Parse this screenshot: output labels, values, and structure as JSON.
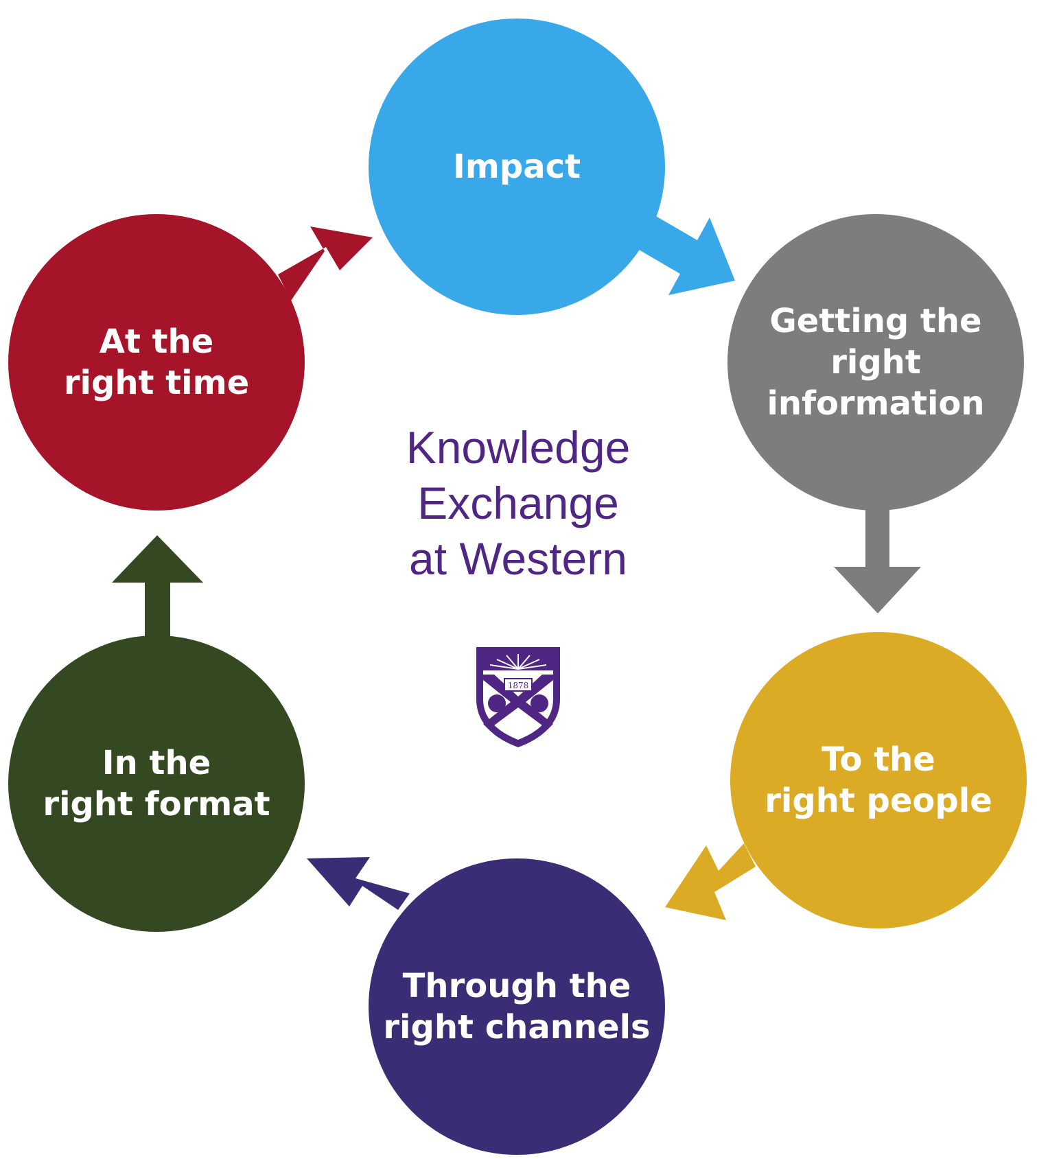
{
  "center_title": "Knowledge\nExchange\nat Western",
  "shield": {
    "year": "1878"
  },
  "colors": {
    "impact": "#38a8e8",
    "info": "#7d7d7d",
    "people": "#dcab25",
    "channels": "#3b2d75",
    "format": "#344922",
    "time": "#a51429",
    "title": "#4f2683"
  },
  "nodes": {
    "impact": {
      "label": "Impact"
    },
    "info": {
      "label": "Getting the right\ninformation"
    },
    "people": {
      "label": "To the\nright people"
    },
    "channels": {
      "label": "Through the\nright channels"
    },
    "format": {
      "label": "In the\nright format"
    },
    "time": {
      "label": "At the\nright time"
    }
  }
}
